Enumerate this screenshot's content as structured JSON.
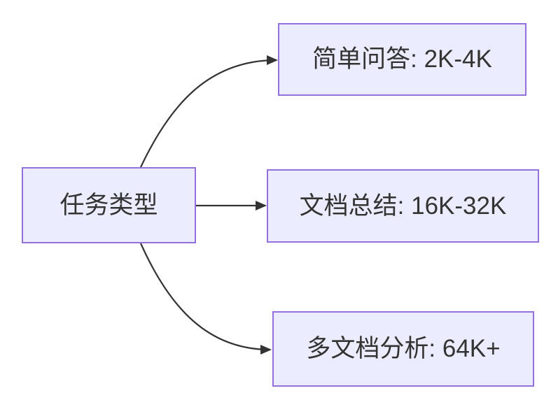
{
  "diagram": {
    "type": "flowchart",
    "direction": "left-to-right",
    "nodes": [
      {
        "id": "task-type",
        "label": "任务类型"
      },
      {
        "id": "simple-qa",
        "label": "简单问答: 2K-4K"
      },
      {
        "id": "doc-summary",
        "label": "文档总结: 16K-32K"
      },
      {
        "id": "multi-doc",
        "label": "多文档分析: 64K+"
      }
    ],
    "edges": [
      {
        "from": "任务类型",
        "to": "简单问答: 2K-4K"
      },
      {
        "from": "任务类型",
        "to": "文档总结: 16K-32K"
      },
      {
        "from": "任务类型",
        "to": "多文档分析: 64K+"
      }
    ],
    "colors": {
      "node_fill": "#ECECFF",
      "node_border": "#9370DB",
      "edge_stroke": "#333333",
      "text": "#333333",
      "background": "#FFFFFF"
    }
  }
}
